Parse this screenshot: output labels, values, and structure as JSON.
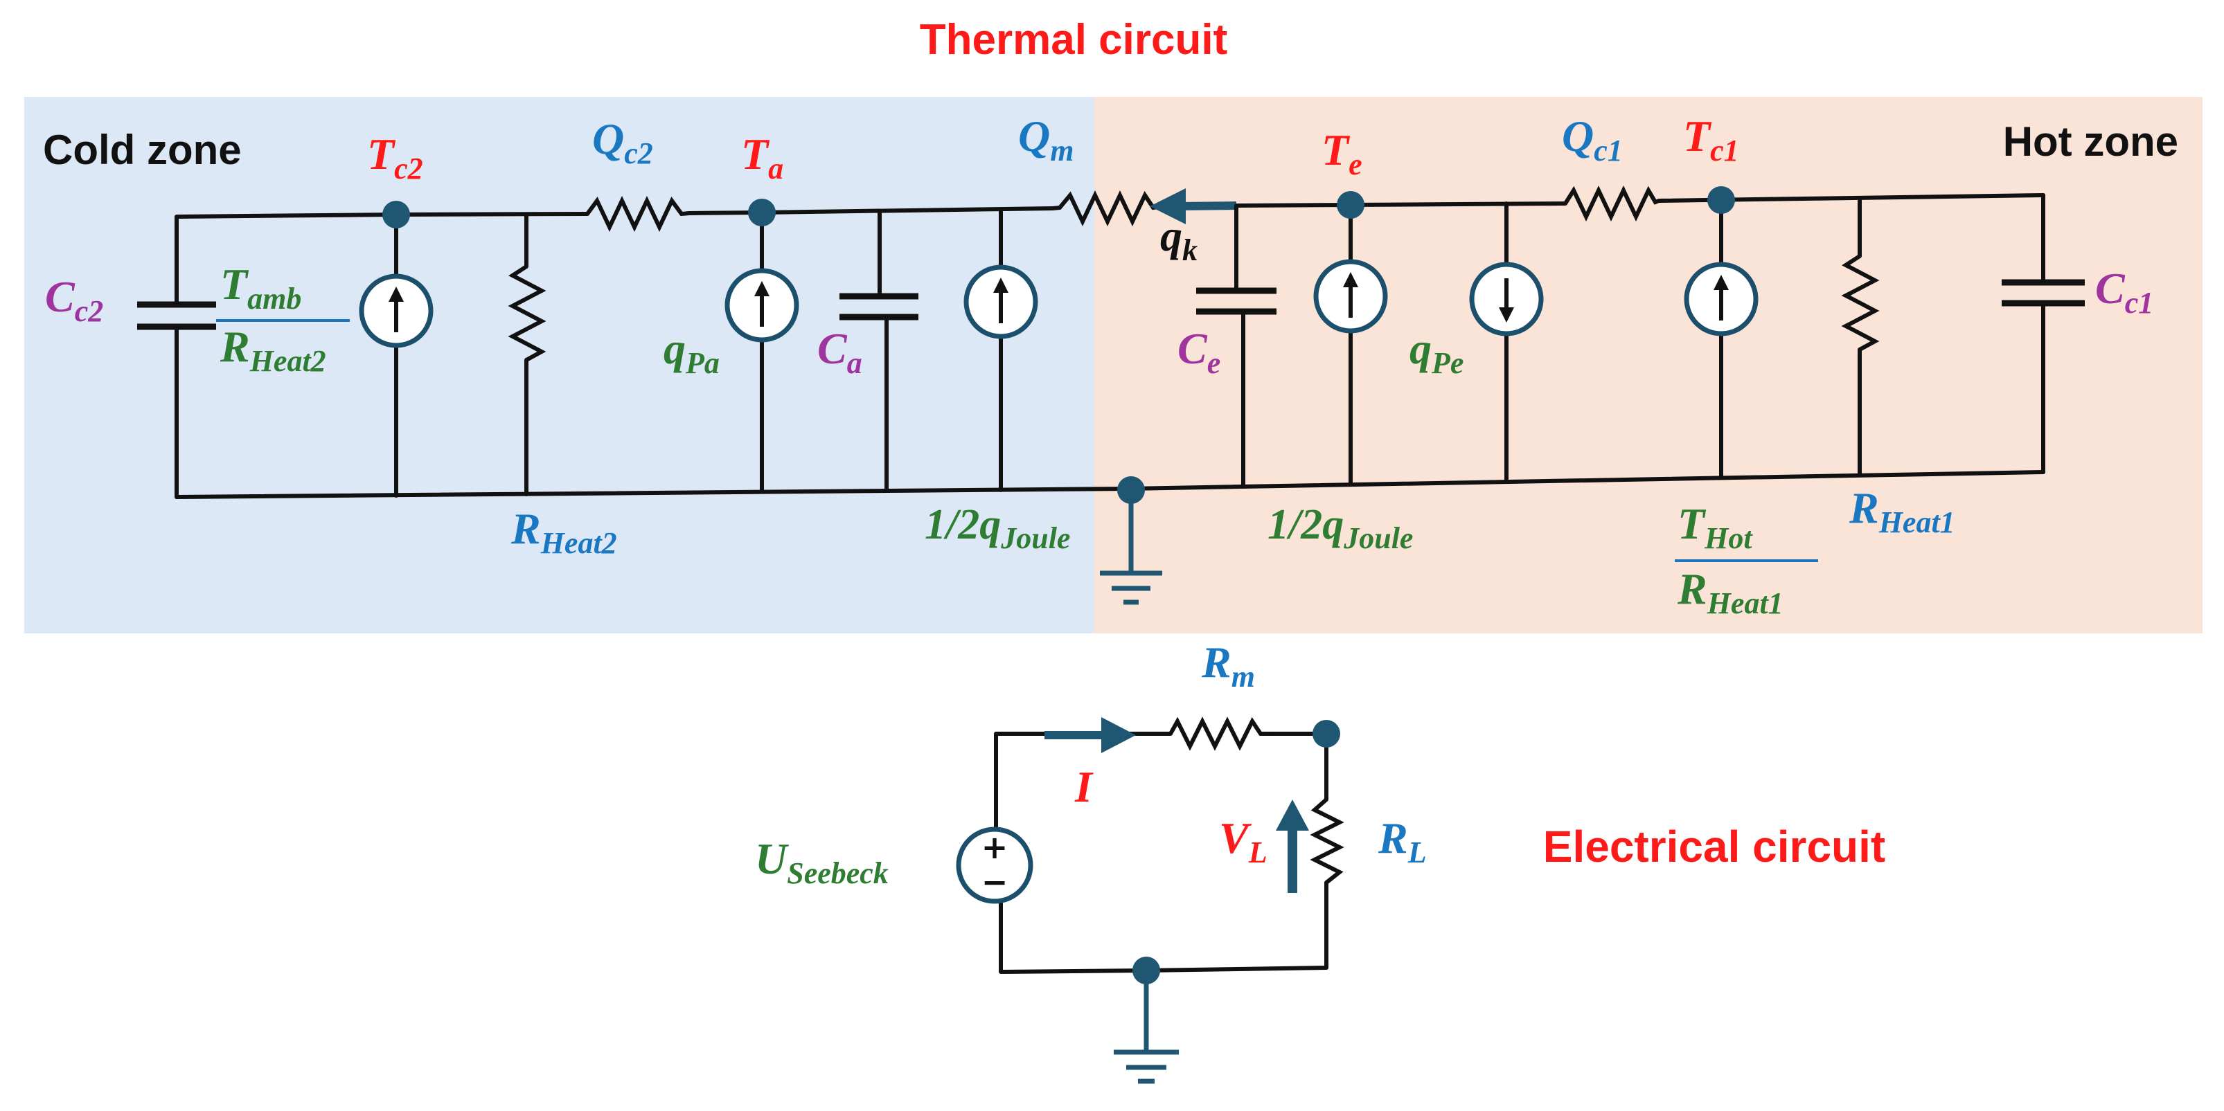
{
  "titles": {
    "thermal": "Thermal circuit",
    "electrical": "Electrical circuit"
  },
  "zones": {
    "cold": "Cold zone",
    "hot": "Hot zone"
  },
  "labels": {
    "Tc2": {
      "main": "T",
      "sub": "c2"
    },
    "Qc2": {
      "main": "Q",
      "sub": "c2"
    },
    "Ta": {
      "main": "T",
      "sub": "a"
    },
    "Qm": {
      "main": "Q",
      "sub": "m"
    },
    "Te": {
      "main": "T",
      "sub": "e"
    },
    "Qc1": {
      "main": "Q",
      "sub": "c1"
    },
    "Tc1": {
      "main": "T",
      "sub": "c1"
    },
    "Cc2": {
      "main": "C",
      "sub": "c2"
    },
    "Cc1": {
      "main": "C",
      "sub": "c1"
    },
    "Ca": {
      "main": "C",
      "sub": "a"
    },
    "Ce": {
      "main": "C",
      "sub": "e"
    },
    "qk": {
      "main": "q",
      "sub": "k"
    },
    "qPa": {
      "main": "q",
      "sub": "Pa"
    },
    "qPe": {
      "main": "q",
      "sub": "Pe"
    },
    "Tamb": {
      "main": "T",
      "sub": "amb"
    },
    "RHeat2_frac": {
      "main": "R",
      "sub": "Heat2"
    },
    "RHeat2": {
      "main": "R",
      "sub": "Heat2"
    },
    "Joule_left": {
      "main": "1/2q",
      "sub": "Joule"
    },
    "Joule_right": {
      "main": "1/2q",
      "sub": "Joule"
    },
    "THot": {
      "main": "T",
      "sub": "Hot"
    },
    "RHeat1_frac": {
      "main": "R",
      "sub": "Heat1"
    },
    "RHeat1": {
      "main": "R",
      "sub": "Heat1"
    },
    "Rm": {
      "main": "R",
      "sub": "m"
    },
    "I": {
      "main": "I",
      "sub": ""
    },
    "VL": {
      "main": "V",
      "sub": "L"
    },
    "RL": {
      "main": "R",
      "sub": "L"
    },
    "USeebeck": {
      "main": "U",
      "sub": "Seebeck"
    },
    "plus": "+",
    "minus": "−"
  },
  "colors": {
    "cold_bg": "#dce8f5",
    "hot_bg": "#fae3d7",
    "red": "#ff1a1a",
    "blue": "#1a78c2",
    "green": "#2e7d32",
    "purple": "#a0349e",
    "black": "#111111",
    "node": "#1f5773"
  }
}
